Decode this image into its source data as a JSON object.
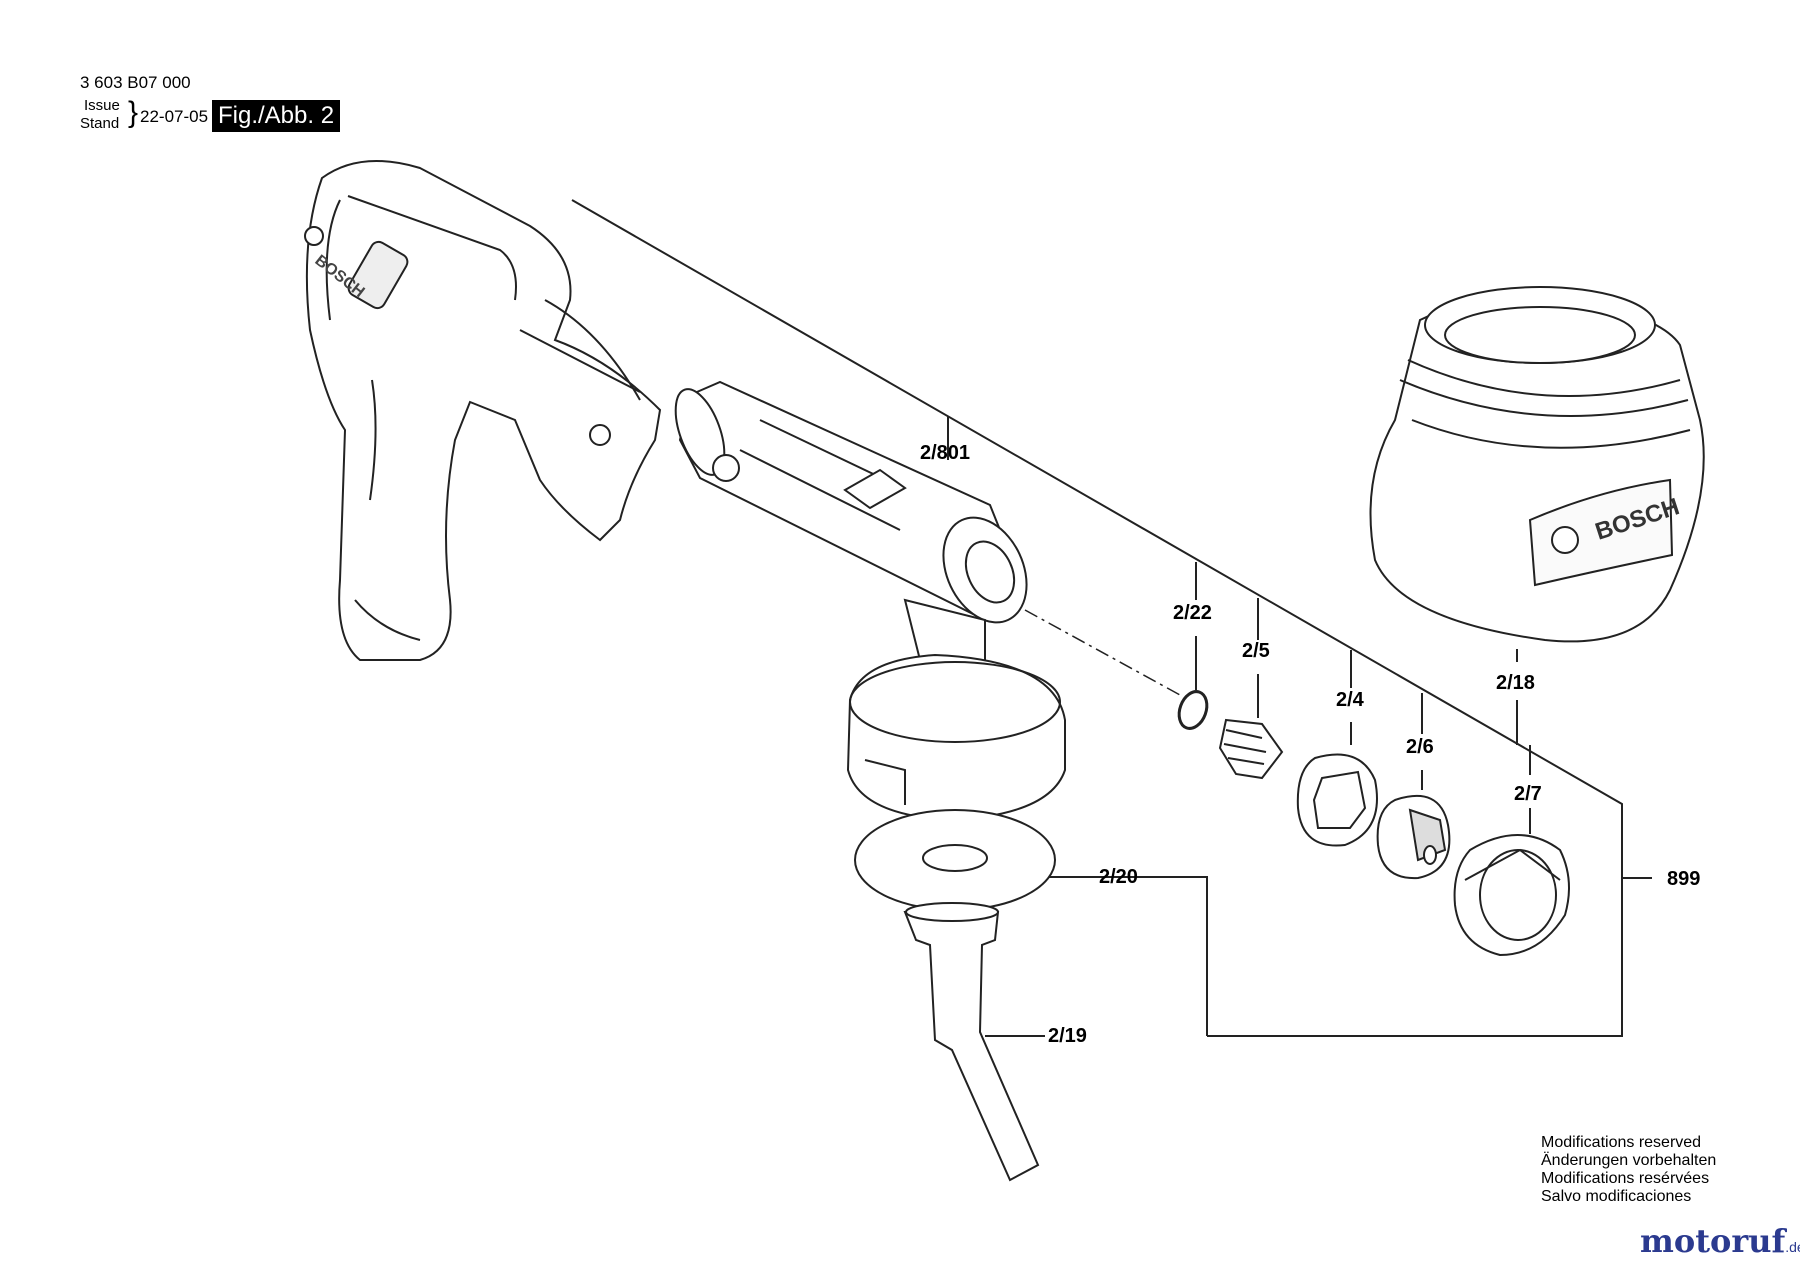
{
  "header": {
    "part_number": "3 603 B07 000",
    "issue_label": "Issue",
    "stand_label": "Stand",
    "date": "22-07-05",
    "figure": "Fig./Abb. 2"
  },
  "labels": {
    "l2801": "2/801",
    "l222": "2/22",
    "l25": "2/5",
    "l24": "2/4",
    "l26": "2/6",
    "l218": "2/18",
    "l27": "2/7",
    "l220": "2/20",
    "l219": "2/19",
    "l899": "899"
  },
  "brand_marks": {
    "handle": "BOSCH",
    "container": "BOSCH"
  },
  "notice": {
    "en": "Modifications reserved",
    "de": "Änderungen vorbehalten",
    "fr": "Modifications resérvées",
    "es": "Salvo modificaciones"
  },
  "watermark": {
    "text": "motoruf",
    "suffix": ".de",
    "color": "#2b3a8f"
  }
}
